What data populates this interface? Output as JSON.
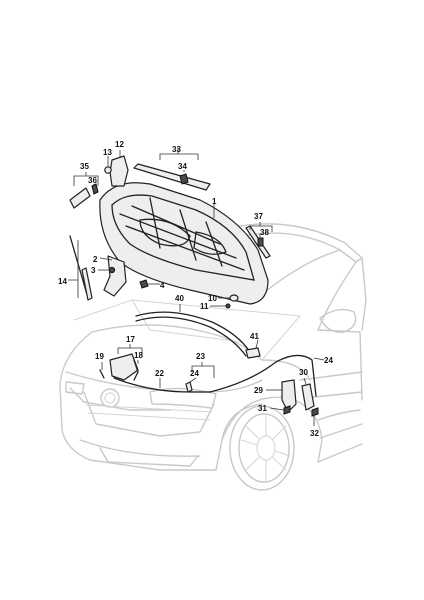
{
  "labels": [
    {
      "id": "1",
      "text": "1"
    },
    {
      "id": "2",
      "text": "2"
    },
    {
      "id": "3",
      "text": "3"
    },
    {
      "id": "4",
      "text": "4"
    },
    {
      "id": "10",
      "text": "10"
    },
    {
      "id": "11",
      "text": "11"
    },
    {
      "id": "12",
      "text": "12"
    },
    {
      "id": "13",
      "text": "13"
    },
    {
      "id": "14",
      "text": "14"
    },
    {
      "id": "17",
      "text": "17"
    },
    {
      "id": "18",
      "text": "18"
    },
    {
      "id": "19",
      "text": "19"
    },
    {
      "id": "22",
      "text": "22"
    },
    {
      "id": "23",
      "text": "23"
    },
    {
      "id": "24a",
      "text": "24"
    },
    {
      "id": "24b",
      "text": "24"
    },
    {
      "id": "29",
      "text": "29"
    },
    {
      "id": "30",
      "text": "30"
    },
    {
      "id": "31",
      "text": "31"
    },
    {
      "id": "32",
      "text": "32"
    },
    {
      "id": "33",
      "text": "33"
    },
    {
      "id": "34",
      "text": "34"
    },
    {
      "id": "35",
      "text": "35"
    },
    {
      "id": "36",
      "text": "36"
    },
    {
      "id": "37",
      "text": "37"
    },
    {
      "id": "38",
      "text": "38"
    },
    {
      "id": "40",
      "text": "40"
    },
    {
      "id": "41",
      "text": "41"
    }
  ]
}
